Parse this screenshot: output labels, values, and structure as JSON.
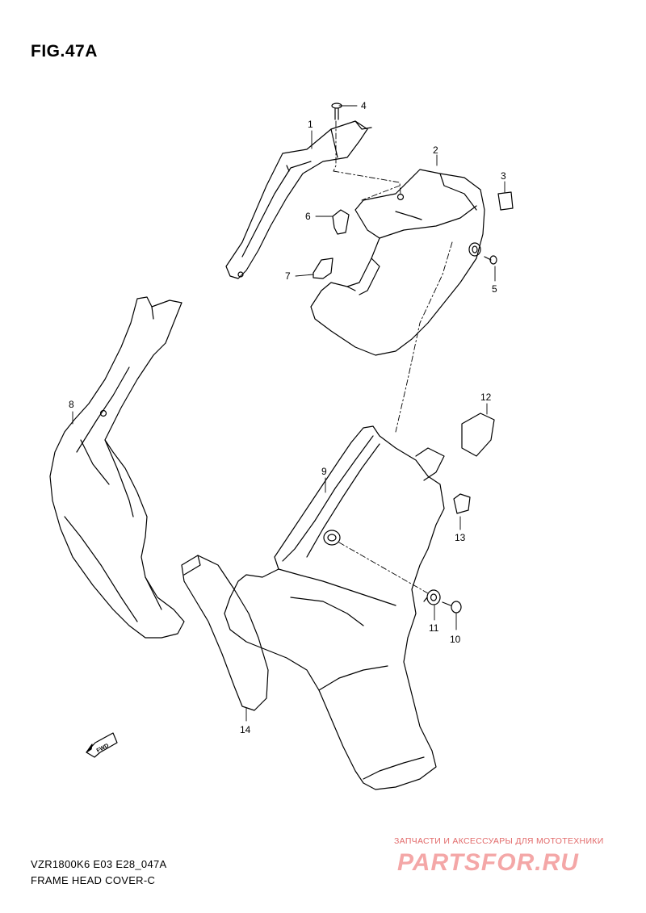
{
  "figure": {
    "title": "FIG.47A",
    "model_code": "VZR1800K6 E03 E28_047A",
    "caption": "FRAME HEAD COVER-C"
  },
  "callouts": [
    "1",
    "2",
    "3",
    "4",
    "5",
    "6",
    "7",
    "8",
    "9",
    "10",
    "11",
    "12",
    "13",
    "14"
  ],
  "direction_marker": "FWD",
  "watermark": {
    "tagline": "ЗАПЧАСТИ И АКСЕССУАРЫ ДЛЯ МОТОТЕХНИКИ",
    "brand": "PARTSFOR.RU"
  }
}
